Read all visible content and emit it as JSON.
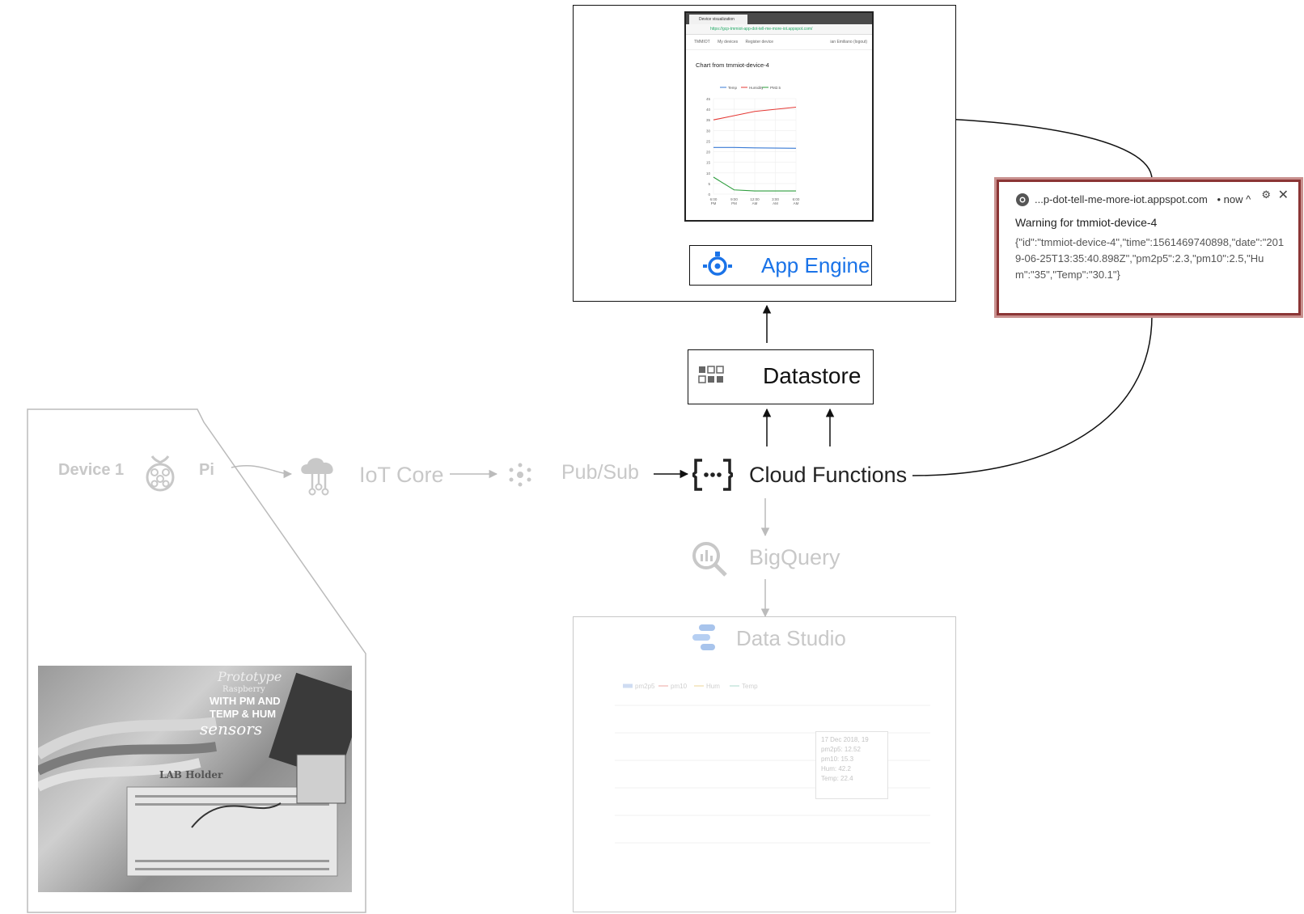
{
  "browser": {
    "tab_title": "Device visualization",
    "url": "https://gcp-tmmiot-app-dot-tell-me-more-iot.appspot.com/",
    "nav_brand": "TMMIOT",
    "nav_items": [
      "My devices",
      "Register device"
    ],
    "user": "ian Emiliano (logout)",
    "chart_title": "Chart from tmmiot-device-4",
    "legend": [
      "Temp",
      "Humidity",
      "PM2.5"
    ]
  },
  "chart_data": [
    {
      "type": "line",
      "title": "Chart from tmmiot-device-4",
      "x": [
        "6:00 PM",
        "9:00 PM",
        "12:00 AM",
        "3:00 AM",
        "6:00 AM"
      ],
      "ylim": [
        0,
        45
      ],
      "yticks": [
        0,
        5,
        10,
        15,
        20,
        25,
        30,
        35,
        40,
        45
      ],
      "series": [
        {
          "name": "Temp",
          "values": [
            22,
            22,
            21.8,
            21.7,
            21.6
          ]
        },
        {
          "name": "Humidity",
          "values": [
            35,
            37,
            39,
            40,
            41
          ]
        },
        {
          "name": "PM2.5",
          "values": [
            8,
            2,
            1.5,
            1.5,
            1.5
          ]
        }
      ],
      "grid": true,
      "legend_position": "top"
    },
    {
      "type": "bar",
      "title": "Data Studio",
      "legend": [
        "pm2p5",
        "pm10",
        "Hum",
        "Temp"
      ],
      "tooltip": {
        "date": "17 Dec 2018, 19",
        "rows": [
          "pm2p5: 12.52",
          "pm10: 15.3",
          "Hum: 42.2",
          "Temp: 22.4"
        ]
      },
      "grid": true
    }
  ],
  "nodes": {
    "app_engine": "App Engine",
    "datastore": "Datastore",
    "cloud_functions": "Cloud Functions",
    "bigquery": "BigQuery",
    "data_studio": "Data Studio",
    "iot_core": "IoT Core",
    "pubsub": "Pub/Sub",
    "device": "Device 1",
    "pi": "Pi"
  },
  "notification": {
    "source": "...p-dot-tell-me-more-iot.appspot.com",
    "time": "• now ^",
    "title": "Warning for tmmiot-device-4",
    "body": "{\"id\":\"tmmiot-device-4\",\"time\":1561469740898,\"date\":\"2019-06-25T13:35:40.898Z\",\"pm2p5\":2.3,\"pm10\":2.5,\"Hum\":\"35\",\"Temp\":\"30.1\"}"
  },
  "photo": {
    "sign_lines": [
      "Prototype",
      "Raspberry",
      "WITH PM AND",
      "TEMP & HUM",
      "sensors"
    ],
    "holder_label": "LAB Holder"
  },
  "colors": {
    "temp": "#3a7bd5",
    "humidity": "#e53935",
    "pm25": "#2e9e3e",
    "app_engine_blue": "#1a73e8",
    "notif_border": "#8b3535"
  }
}
